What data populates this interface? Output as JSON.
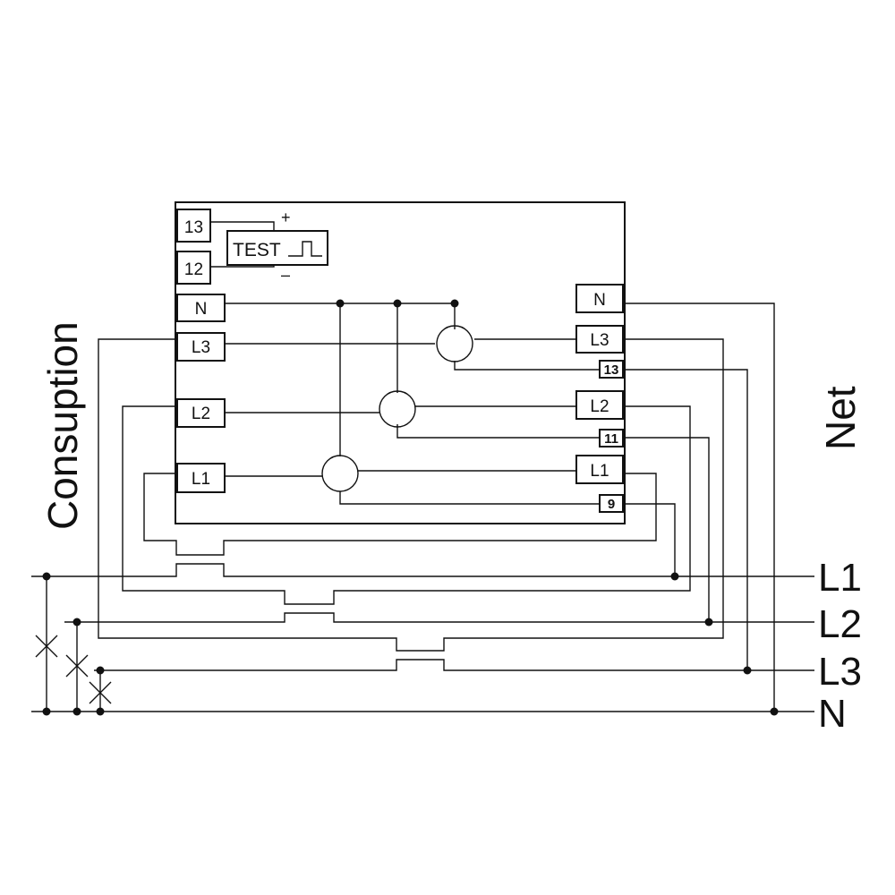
{
  "meter": {
    "left_terminals": [
      "13",
      "12",
      "N",
      "L3",
      "L2",
      "L1"
    ],
    "right_terminals": [
      "N",
      "L3",
      "13",
      "L2",
      "11",
      "L1",
      "9"
    ],
    "test_label": "TEST",
    "plus_sign": "+",
    "minus_sign": "–"
  },
  "sides": {
    "consumption": "Consuption",
    "net": "Net"
  },
  "bus_labels": [
    "L1",
    "L2",
    "L3",
    "N"
  ]
}
